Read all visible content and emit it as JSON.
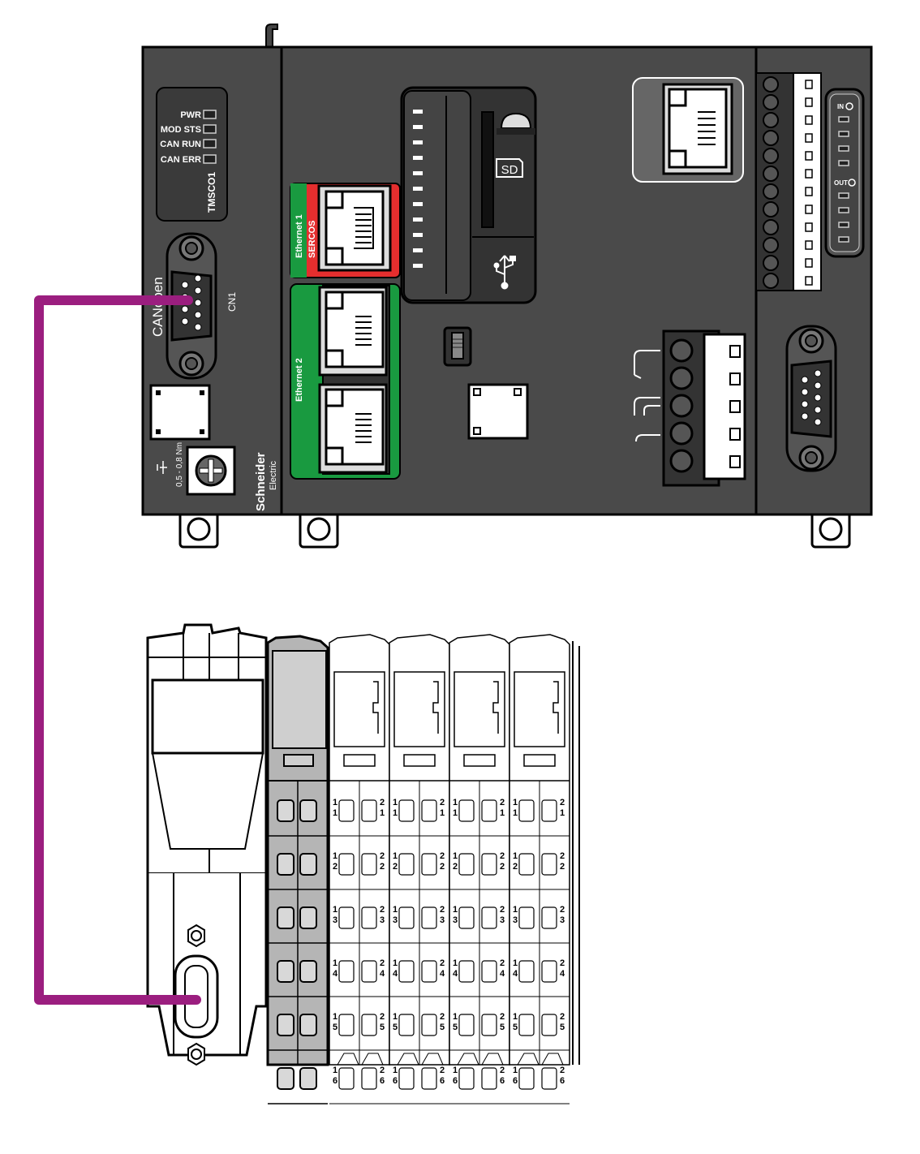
{
  "controller": {
    "cartridge_name": "TMSCO1",
    "leds": [
      "PWR",
      "MOD STS",
      "CAN RUN",
      "CAN ERR"
    ],
    "canopen_label": "CANopen",
    "connector_label": "CN1",
    "torque_label": "0,5 - 0,8 Nm",
    "brand_line1": "Schneider",
    "brand_line2": "Electric",
    "eth1_label": "Ethernet 1",
    "sercos_label": "SERCOS",
    "eth2_label": "Ethernet 2",
    "sd_label": "SD",
    "io_in_label": "IN",
    "io_out_label": "OUT"
  },
  "cable": {
    "color": "#9b1e7f"
  },
  "colors": {
    "housing": "#4a4a4a",
    "eth1": "#e52e2e",
    "eth2": "#199a40",
    "panel_dark": "#3a3a3a"
  },
  "terminal_rows": [
    "1",
    "2",
    "3",
    "4",
    "5",
    "6"
  ]
}
